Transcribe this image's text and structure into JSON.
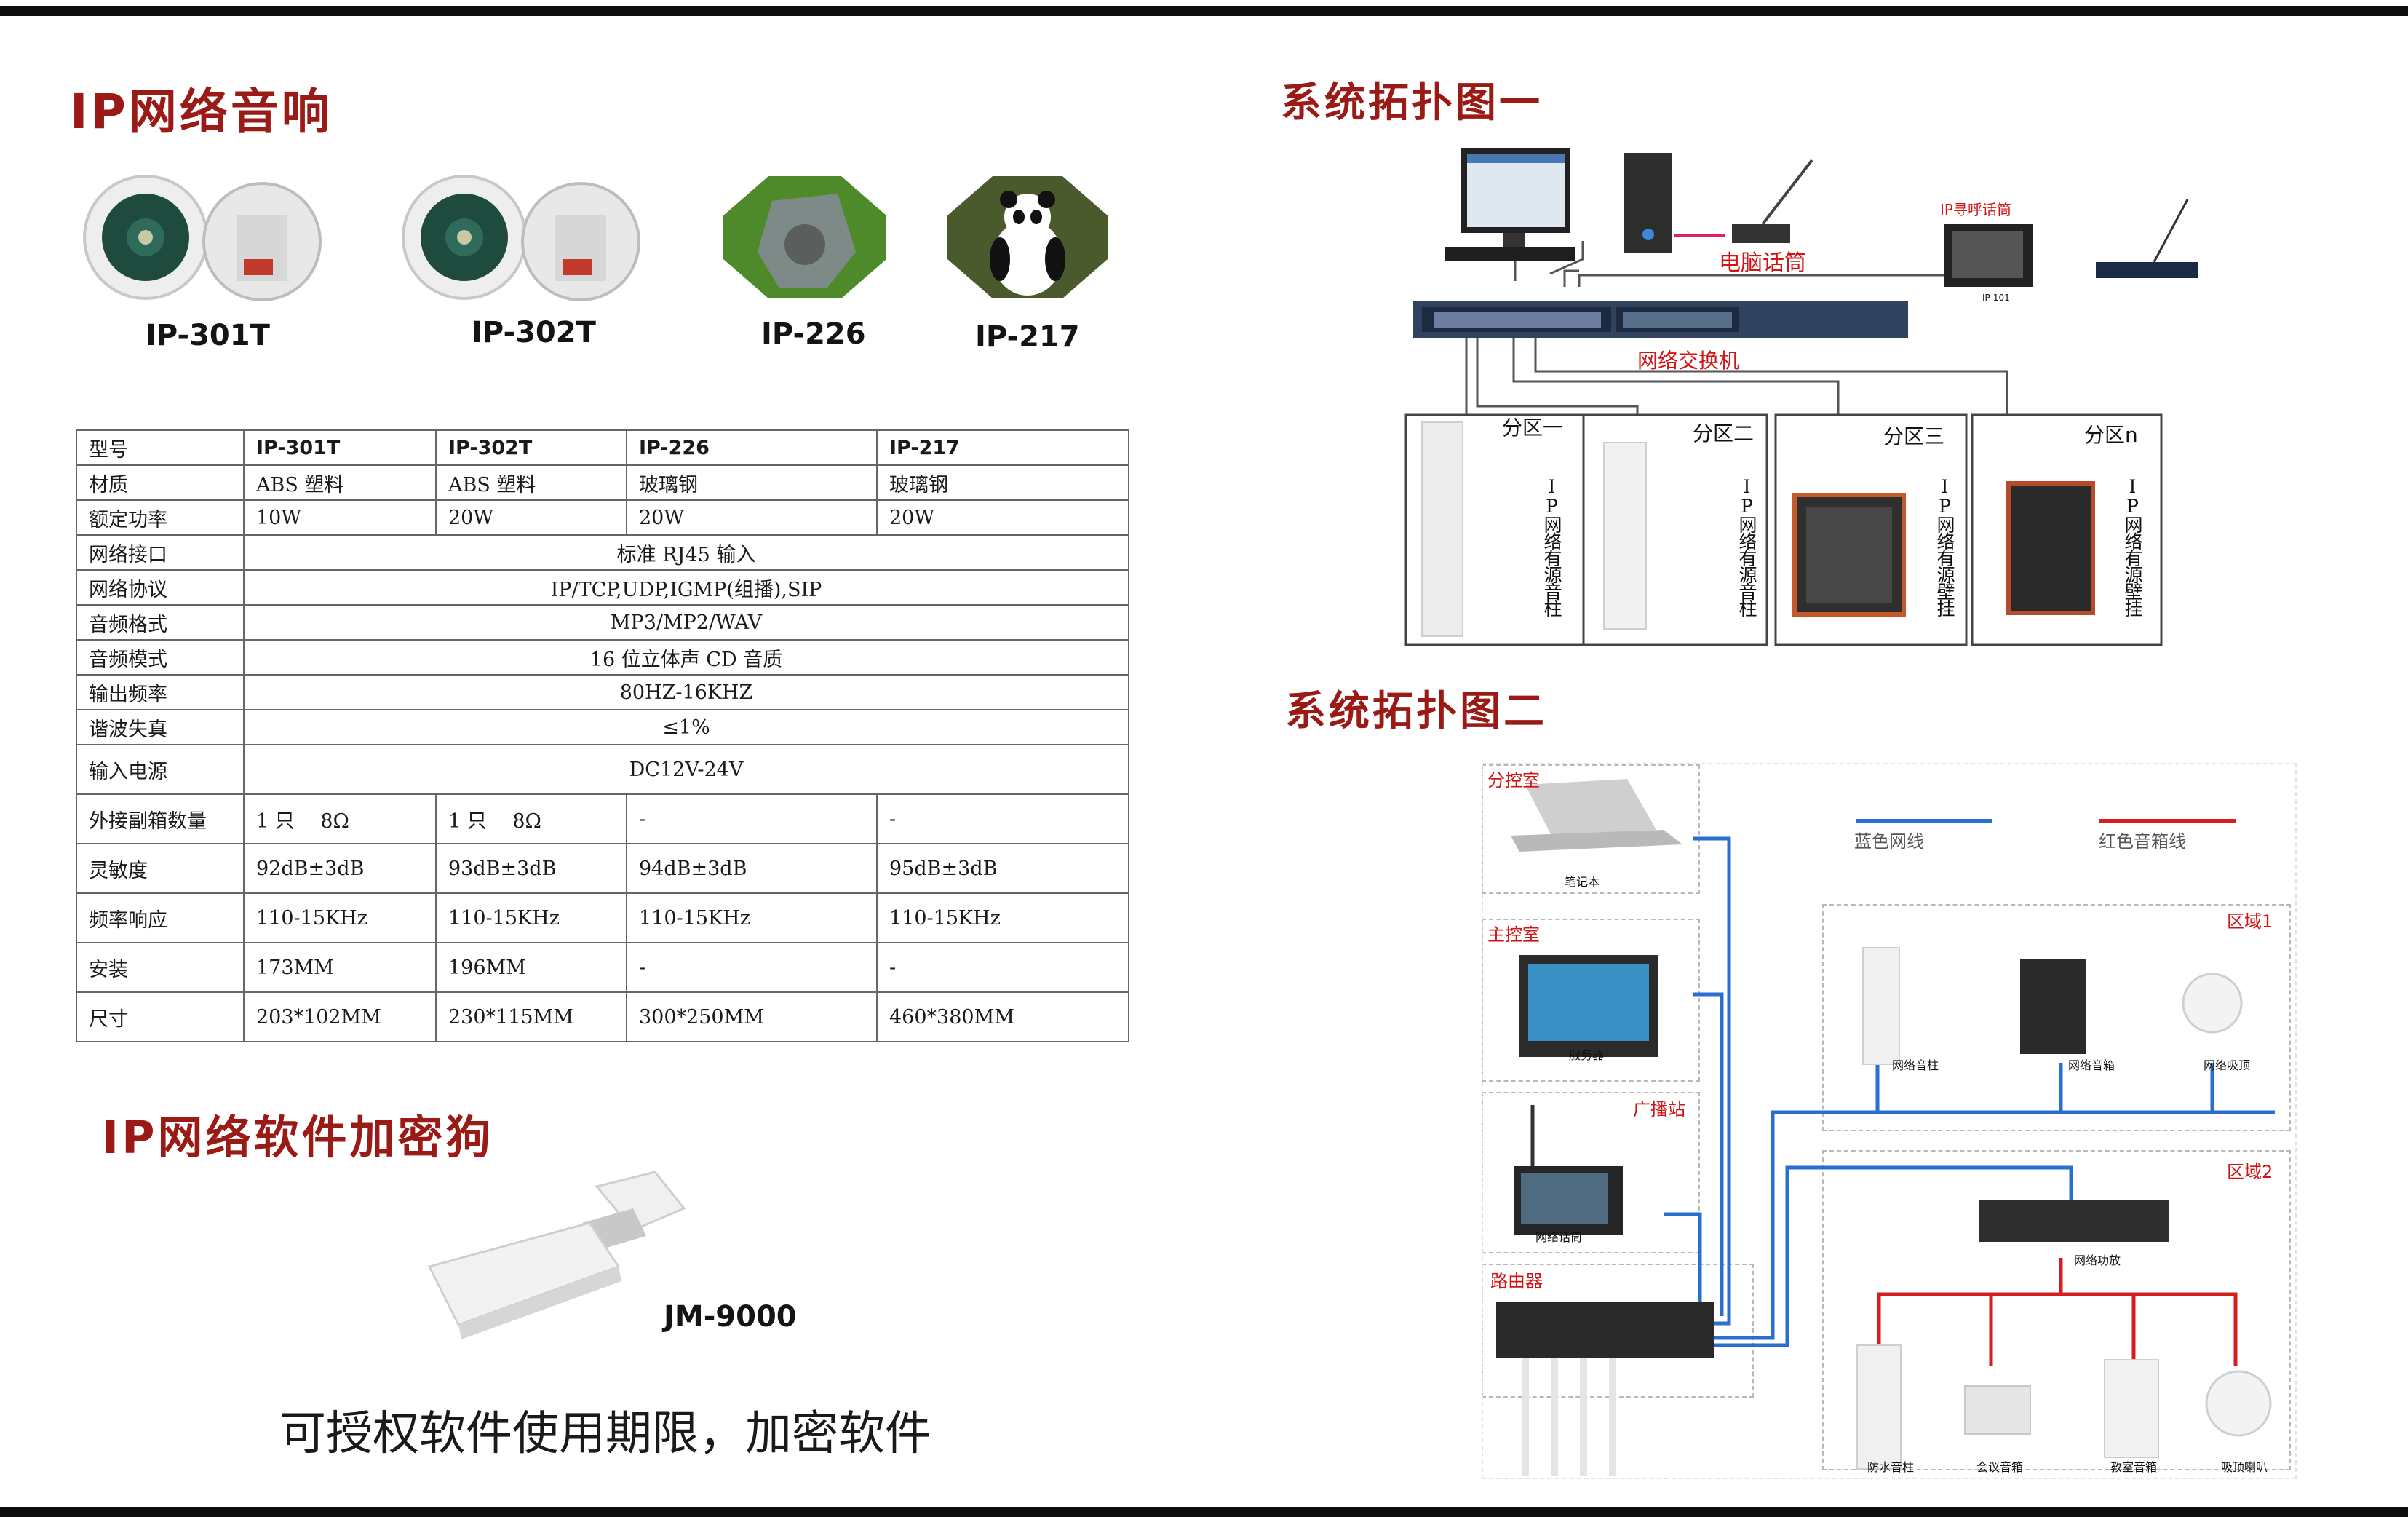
{
  "left": {
    "speaker_title": "IP网络音响",
    "products": [
      {
        "model": "IP-301T"
      },
      {
        "model": "IP-302T"
      },
      {
        "model": "IP-226"
      },
      {
        "model": "IP-217"
      }
    ],
    "table": {
      "header": [
        "型号",
        "IP-301T",
        "IP-302T",
        "IP-226",
        "IP-217"
      ],
      "rows": [
        {
          "label": "材质",
          "cells": [
            "ABS 塑料",
            "ABS 塑料",
            "玻璃钢",
            "玻璃钢"
          ]
        },
        {
          "label": "额定功率",
          "cells": [
            "10W",
            "20W",
            "20W",
            "20W"
          ]
        },
        {
          "label": "网络接口",
          "span": "标准 RJ45 输入"
        },
        {
          "label": "网络协议",
          "span": "IP/TCP,UDP,IGMP(组播),SIP"
        },
        {
          "label": "音频格式",
          "span": "MP3/MP2/WAV"
        },
        {
          "label": "音频模式",
          "span": "16 位立体声 CD 音质"
        },
        {
          "label": "输出频率",
          "span": "80HZ-16KHZ"
        },
        {
          "label": "谐波失真",
          "span": "≤1%"
        },
        {
          "label": "输入电源",
          "span": "DC12V-24V"
        },
        {
          "label": "外接副箱数量",
          "cells": [
            "1 只　 8Ω",
            "1 只　 8Ω",
            "-",
            "-"
          ]
        },
        {
          "label": "灵敏度",
          "cells": [
            "92dB±3dB",
            "93dB±3dB",
            "94dB±3dB",
            "95dB±3dB"
          ]
        },
        {
          "label": "频率响应",
          "cells": [
            "110-15KHz",
            "110-15KHz",
            "110-15KHz",
            "110-15KHz"
          ]
        },
        {
          "label": "安装",
          "cells": [
            "173MM",
            "196MM",
            "-",
            "-"
          ]
        },
        {
          "label": "尺寸",
          "cells": [
            "203*102MM",
            "230*115MM",
            "300*250MM",
            "460*380MM"
          ]
        }
      ]
    },
    "dongle_title": "IP网络软件加密狗",
    "dongle_model": "JM-9000",
    "dongle_caption": "可授权软件使用期限，加密软件"
  },
  "topology1": {
    "title": "系统拓扑图一",
    "pc_mic_label": "电脑话筒",
    "intercom_label": "IP寻呼话筒",
    "intercom_small": "IP-101",
    "switch_label": "网络交换机",
    "zones": [
      {
        "name": "分区一",
        "device": "IP网络有源音柱"
      },
      {
        "name": "分区二",
        "device": "IP网络有源音柱"
      },
      {
        "name": "分区三",
        "device": "IP网络有源壁挂"
      },
      {
        "name": "分区n",
        "device": "IP网络有源壁挂"
      }
    ]
  },
  "topology2": {
    "title": "系统拓扑图二",
    "rooms": [
      "分控室",
      "主控室",
      "广播站",
      "路由器"
    ],
    "devices": {
      "laptop": "笔记本",
      "server": "服务器",
      "mic": "网络话筒"
    },
    "legend": {
      "blue": "蓝色网线",
      "red": "红色音箱线"
    },
    "area1": {
      "name": "区域1",
      "devices": [
        "网络音柱",
        "网络音箱",
        "网络吸顶"
      ]
    },
    "area2": {
      "name": "区域2",
      "amp": "网络功放",
      "devices": [
        "防水音柱",
        "会议音箱",
        "教室音箱",
        "吸顶喇叭"
      ]
    }
  },
  "colors": {
    "title_red": "#9a1a15",
    "label_red": "#d21414",
    "blue_cable": "#2a6fd0",
    "red_cable": "#d61e1e"
  }
}
